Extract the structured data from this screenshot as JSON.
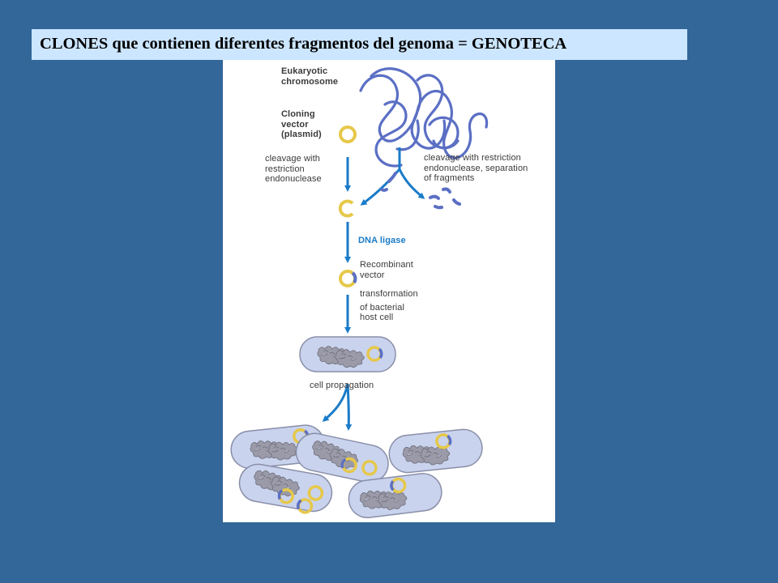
{
  "slide": {
    "title": "CLONES que contienen diferentes fragmentos del genoma = GENOTECA"
  },
  "figure": {
    "labels": {
      "eukaryotic_chromosome": [
        "Eukaryotic",
        "chromosome"
      ],
      "cloning_vector": [
        "Cloning",
        "vector",
        "(plasmid)"
      ],
      "cleavage_vector": [
        "cleavage with",
        "restriction",
        "endonuclease"
      ],
      "cleavage_chromosome": [
        "cleavage with restriction",
        "endonuclease, separation",
        "of fragments"
      ],
      "dna_ligase": "DNA ligase",
      "recombinant_vector": [
        "Recombinant",
        "vector"
      ],
      "transformation": [
        "transformation",
        "of bacterial",
        "host cell"
      ],
      "cell_propagation": "cell propagation"
    },
    "colors": {
      "arrow": "#1a7bc8",
      "dna": "#5b6fc4",
      "plasmid": "#e6c84a",
      "cell_fill": "#c9d3ee",
      "cell_outline": "#8a8fa8"
    }
  }
}
